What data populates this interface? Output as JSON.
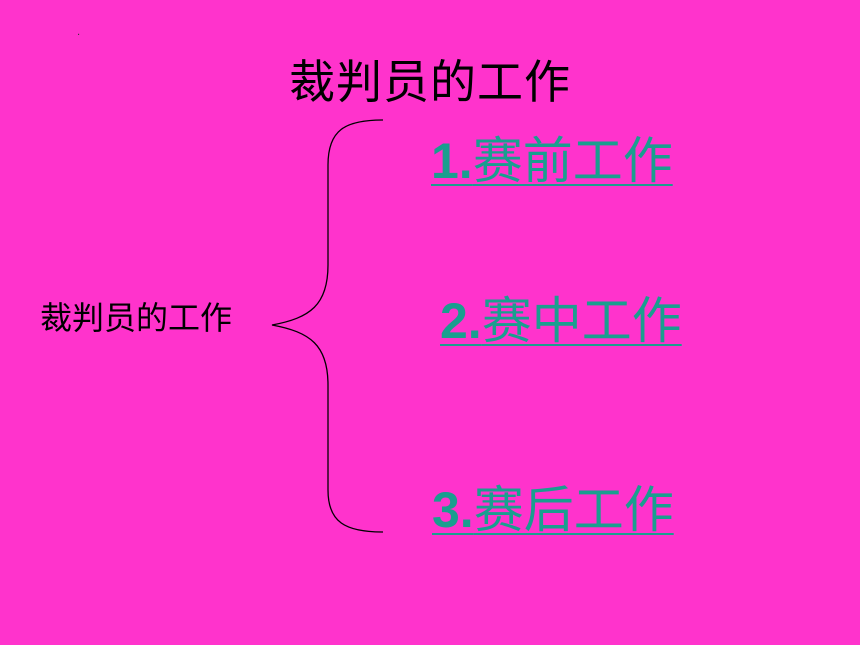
{
  "dot": ".",
  "title": "裁判员的工作",
  "left_label": "裁判员的工作",
  "links": [
    {
      "num": "1.",
      "text": "赛前工作"
    },
    {
      "num": "2.",
      "text": "赛中工作"
    },
    {
      "num": "3.",
      "text": "赛后工作"
    }
  ],
  "colors": {
    "background": "#ff33cc",
    "link": "#1a9e8f",
    "text": "#000000"
  }
}
